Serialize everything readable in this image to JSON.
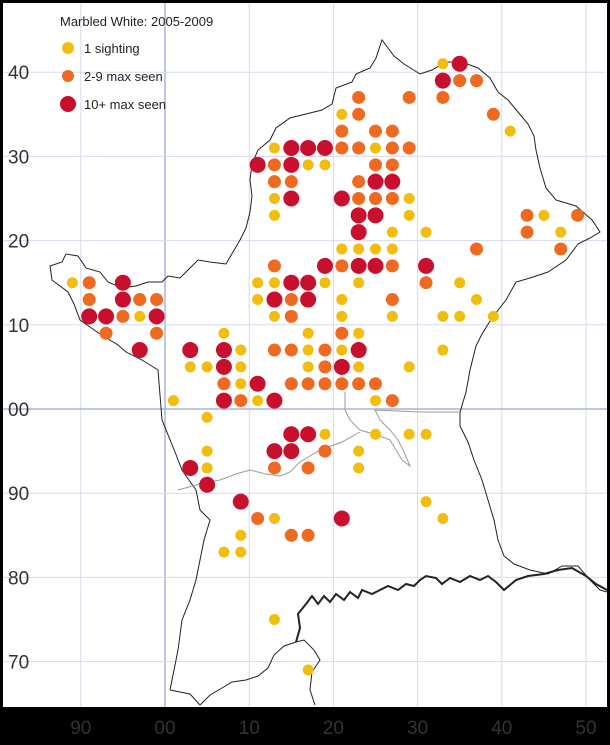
{
  "title": "Marbled White:  2005-2009",
  "legend": [
    {
      "label": "1 sighting",
      "color": "#f3bd0e",
      "key": "s1"
    },
    {
      "label": "2-9 max seen",
      "color": "#ef6920",
      "key": "s2"
    },
    {
      "label": "10+ max seen",
      "color": "#c8102e",
      "key": "s3"
    }
  ],
  "axes": {
    "x_ticks": [
      {
        "v": 90,
        "label": "90"
      },
      {
        "v": 100,
        "label": "00"
      },
      {
        "v": 110,
        "label": "10"
      },
      {
        "v": 120,
        "label": "20"
      },
      {
        "v": 130,
        "label": "30"
      },
      {
        "v": 140,
        "label": "40"
      },
      {
        "v": 150,
        "label": "50"
      }
    ],
    "y_ticks": [
      {
        "v": 140,
        "label": "40"
      },
      {
        "v": 130,
        "label": "30"
      },
      {
        "v": 120,
        "label": "20"
      },
      {
        "v": 110,
        "label": "10"
      },
      {
        "v": 100,
        "label": "00"
      },
      {
        "v": 90,
        "label": "90"
      },
      {
        "v": 80,
        "label": "80"
      },
      {
        "v": 70,
        "label": "70"
      }
    ]
  },
  "points": {
    "s1": [
      [
        89,
        115
      ],
      [
        91,
        113
      ],
      [
        95,
        113
      ],
      [
        97,
        113
      ],
      [
        95,
        111
      ],
      [
        97,
        111
      ],
      [
        101,
        101
      ],
      [
        103,
        105
      ],
      [
        105,
        105
      ],
      [
        105,
        99
      ],
      [
        105,
        95
      ],
      [
        105,
        93
      ],
      [
        107,
        109
      ],
      [
        107,
        103
      ],
      [
        109,
        107
      ],
      [
        109,
        105
      ],
      [
        109,
        103
      ],
      [
        109,
        101
      ],
      [
        111,
        101
      ],
      [
        111,
        103
      ],
      [
        111,
        113
      ],
      [
        111,
        115
      ],
      [
        113,
        131
      ],
      [
        113,
        125
      ],
      [
        113,
        123
      ],
      [
        113,
        115
      ],
      [
        113,
        113
      ],
      [
        113,
        111
      ],
      [
        113,
        87
      ],
      [
        113,
        75
      ],
      [
        115,
        115
      ],
      [
        117,
        109
      ],
      [
        117,
        107
      ],
      [
        117,
        105
      ],
      [
        119,
        105
      ],
      [
        117,
        129
      ],
      [
        119,
        129
      ],
      [
        119,
        115
      ],
      [
        119,
        97
      ],
      [
        119,
        95
      ],
      [
        121,
        135
      ],
      [
        121,
        113
      ],
      [
        121,
        111
      ],
      [
        121,
        119
      ],
      [
        121,
        107
      ],
      [
        123,
        119
      ],
      [
        123,
        115
      ],
      [
        123,
        109
      ],
      [
        123,
        107
      ],
      [
        123,
        105
      ],
      [
        123,
        95
      ],
      [
        123,
        93
      ],
      [
        125,
        119
      ],
      [
        125,
        101
      ],
      [
        125,
        97
      ],
      [
        125,
        131
      ],
      [
        127,
        101
      ],
      [
        127,
        111
      ],
      [
        127,
        113
      ],
      [
        127,
        121
      ],
      [
        127,
        119
      ],
      [
        129,
        125
      ],
      [
        129,
        123
      ],
      [
        129,
        105
      ],
      [
        129,
        97
      ],
      [
        131,
        97
      ],
      [
        131,
        89
      ],
      [
        131,
        121
      ],
      [
        133,
        141
      ],
      [
        133,
        111
      ],
      [
        133,
        107
      ],
      [
        133,
        87
      ],
      [
        135,
        111
      ],
      [
        135,
        115
      ],
      [
        137,
        113
      ],
      [
        139,
        111
      ],
      [
        141,
        133
      ],
      [
        145,
        123
      ],
      [
        147,
        121
      ],
      [
        107,
        83
      ],
      [
        109,
        83
      ],
      [
        109,
        85
      ],
      [
        117,
        69
      ]
    ],
    "s2": [
      [
        91,
        115
      ],
      [
        91,
        113
      ],
      [
        93,
        109
      ],
      [
        95,
        111
      ],
      [
        99,
        111
      ],
      [
        99,
        109
      ],
      [
        97,
        113
      ],
      [
        99,
        113
      ],
      [
        107,
        103
      ],
      [
        107,
        101
      ],
      [
        109,
        101
      ],
      [
        111,
        87
      ],
      [
        113,
        129
      ],
      [
        113,
        127
      ],
      [
        113,
        117
      ],
      [
        113,
        107
      ],
      [
        113,
        93
      ],
      [
        115,
        127
      ],
      [
        115,
        125
      ],
      [
        115,
        113
      ],
      [
        115,
        111
      ],
      [
        115,
        107
      ],
      [
        115,
        103
      ],
      [
        115,
        85
      ],
      [
        117,
        131
      ],
      [
        117,
        113
      ],
      [
        117,
        103
      ],
      [
        117,
        93
      ],
      [
        119,
        131
      ],
      [
        119,
        107
      ],
      [
        119,
        105
      ],
      [
        119,
        103
      ],
      [
        119,
        95
      ],
      [
        121,
        133
      ],
      [
        121,
        131
      ],
      [
        121,
        117
      ],
      [
        121,
        109
      ],
      [
        121,
        103
      ],
      [
        123,
        137
      ],
      [
        123,
        135
      ],
      [
        123,
        131
      ],
      [
        123,
        127
      ],
      [
        123,
        125
      ],
      [
        123,
        117
      ],
      [
        123,
        103
      ],
      [
        125,
        133
      ],
      [
        125,
        129
      ],
      [
        125,
        125
      ],
      [
        125,
        103
      ],
      [
        127,
        133
      ],
      [
        127,
        131
      ],
      [
        127,
        129
      ],
      [
        127,
        125
      ],
      [
        127,
        117
      ],
      [
        127,
        101
      ],
      [
        127,
        113
      ],
      [
        129,
        131
      ],
      [
        129,
        137
      ],
      [
        131,
        115
      ],
      [
        133,
        139
      ],
      [
        133,
        137
      ],
      [
        135,
        139
      ],
      [
        137,
        139
      ],
      [
        137,
        119
      ],
      [
        139,
        135
      ],
      [
        143,
        123
      ],
      [
        143,
        121
      ],
      [
        147,
        119
      ],
      [
        149,
        123
      ],
      [
        117,
        85
      ]
    ],
    "s3": [
      [
        91,
        111
      ],
      [
        93,
        111
      ],
      [
        95,
        115
      ],
      [
        95,
        113
      ],
      [
        97,
        107
      ],
      [
        99,
        111
      ],
      [
        103,
        107
      ],
      [
        103,
        93
      ],
      [
        105,
        91
      ],
      [
        107,
        107
      ],
      [
        107,
        105
      ],
      [
        107,
        101
      ],
      [
        109,
        89
      ],
      [
        111,
        129
      ],
      [
        111,
        103
      ],
      [
        113,
        113
      ],
      [
        113,
        101
      ],
      [
        113,
        95
      ],
      [
        115,
        131
      ],
      [
        115,
        129
      ],
      [
        115,
        125
      ],
      [
        115,
        115
      ],
      [
        115,
        97
      ],
      [
        115,
        95
      ],
      [
        117,
        131
      ],
      [
        117,
        113
      ],
      [
        117,
        115
      ],
      [
        117,
        97
      ],
      [
        119,
        117
      ],
      [
        119,
        131
      ],
      [
        121,
        125
      ],
      [
        121,
        105
      ],
      [
        121,
        87
      ],
      [
        123,
        123
      ],
      [
        123,
        121
      ],
      [
        123,
        117
      ],
      [
        123,
        107
      ],
      [
        125,
        127
      ],
      [
        125,
        123
      ],
      [
        125,
        117
      ],
      [
        127,
        127
      ],
      [
        131,
        117
      ],
      [
        133,
        139
      ],
      [
        135,
        141
      ]
    ]
  }
}
